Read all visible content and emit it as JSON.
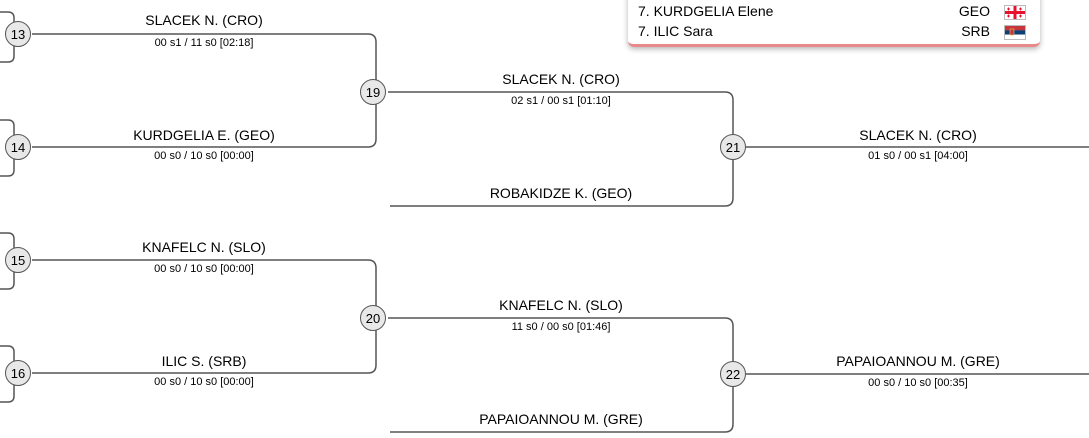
{
  "standings": [
    {
      "name": "7. KURDGELIA Elene",
      "country": "GEO",
      "flag_icon": "georgia-flag-icon"
    },
    {
      "name": "7. ILIC Sara",
      "country": "SRB",
      "flag_icon": "serbia-flag-icon"
    }
  ],
  "matches": {
    "m13": {
      "number": "13",
      "winner": "SLACEK N. (CRO)",
      "score": "00 s1 / 11 s0 [02:18]"
    },
    "m14": {
      "number": "14",
      "winner": "KURDGELIA E. (GEO)",
      "score": "00 s0 / 10 s0 [00:00]"
    },
    "m15": {
      "number": "15",
      "winner": "KNAFELC N. (SLO)",
      "score": "00 s0 / 10 s0 [00:00]"
    },
    "m16": {
      "number": "16",
      "winner": "ILIC S. (SRB)",
      "score": "00 s0 / 10 s0 [00:00]"
    },
    "m19": {
      "number": "19",
      "winner": "SLACEK N. (CRO)",
      "score": "02 s1 / 00 s1 [01:10]"
    },
    "m20": {
      "number": "20",
      "winner": "KNAFELC N. (SLO)",
      "score": "11 s0 / 00 s0 [01:46]"
    },
    "m21": {
      "number": "21",
      "winner": "SLACEK N. (CRO)",
      "score": "01 s0 / 00 s1 [04:00]"
    },
    "m22": {
      "number": "22",
      "winner": "PAPAIOANNOU M. (GRE)",
      "score": "00 s0 / 10 s0 [00:35]"
    }
  },
  "entries": {
    "robakidze": "ROBAKIDZE K. (GEO)",
    "papaioannou": "PAPAIOANNOU M. (GRE)"
  },
  "colors": {
    "line": "#555555",
    "node_fill": "#e8e8e8",
    "standings_accent": "#e98a8a"
  }
}
